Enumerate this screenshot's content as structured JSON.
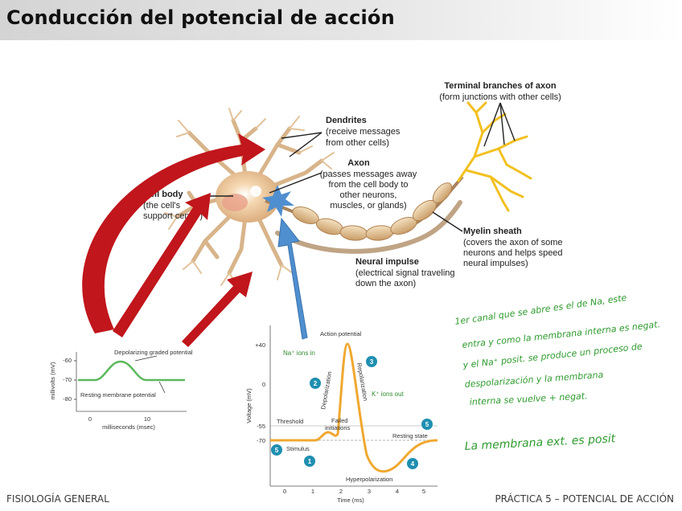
{
  "slide": {
    "title": "Conducción del potencial de acción",
    "footer_left": "FISIOLOGÍA GENERAL",
    "footer_right": "PRÁCTICA 5 – POTENCIAL DE ACCIÓN"
  },
  "neuron": {
    "dendrites_title": "Dendrites",
    "dendrites_desc": [
      "(receive messages",
      "from other cells)"
    ],
    "axon_title": "Axon",
    "axon_desc": [
      "(passes messages away",
      "from the cell body to",
      "other neurons,",
      "muscles, or glands)"
    ],
    "terminal_title": "Terminal branches of axon",
    "terminal_desc": [
      "(form junctions with other cells)"
    ],
    "cellbody_title": "Cell body",
    "cellbody_desc": [
      "(the cell's",
      "support center)"
    ],
    "myelin_title": "Myelin sheath",
    "myelin_desc": [
      "(covers the axon of some",
      "neurons and helps speed",
      "neural impulses)"
    ],
    "impulse_title": "Neural impulse",
    "impulse_desc": [
      "(electrical signal traveling",
      "down the axon)"
    ]
  },
  "graded_chart": {
    "ylabel": "millivolts (mV)",
    "xlabel": "milliseconds (msec)",
    "y_ticks": [
      "-60",
      "-70",
      "-80"
    ],
    "x_ticks": [
      "0",
      "10"
    ],
    "label_top": "Depolarizing graded potential",
    "label_bottom": "Resting membrane potential",
    "colors": {
      "curve": "#5cb85c"
    }
  },
  "ap_chart": {
    "ylabel": "Voltage (mV)",
    "xlabel": "Time (ms)",
    "y_ticks": [
      "+40",
      "0",
      "-55",
      "-70"
    ],
    "x_ticks": [
      "0",
      "1",
      "2",
      "3",
      "4",
      "5"
    ],
    "labels": {
      "action_potential": "Action potential",
      "na_in": "Na⁺ ions in",
      "k_out": "K⁺ ions out",
      "depolarization": "Depolarization",
      "repolarization": "Repolarization",
      "threshold": "Threshold",
      "failed": "Failed",
      "initiations": "initiations",
      "resting": "Resting state",
      "stimulus": "Stimulus",
      "hyper": "Hyperpolarization"
    },
    "steps": [
      "1",
      "2",
      "3",
      "4",
      "5",
      "5"
    ],
    "colors": {
      "curve": "#f0a830",
      "step": "#1f8fb0"
    }
  },
  "notes": {
    "handwritten": [
      "1er canal que se abre es el de Na, este",
      "entra y como la membrana interna es negat.",
      "y el Na⁺ posit. se produce un proceso de",
      "despolarización y la membrana",
      "interna se vuelve + negat."
    ],
    "handwritten_bottom": "La membrana ext. es posit"
  },
  "colors": {
    "arrow_red": "#c0161c",
    "arrow_blue": "#4f8fd0",
    "handwriting": "#2e9a2e"
  }
}
